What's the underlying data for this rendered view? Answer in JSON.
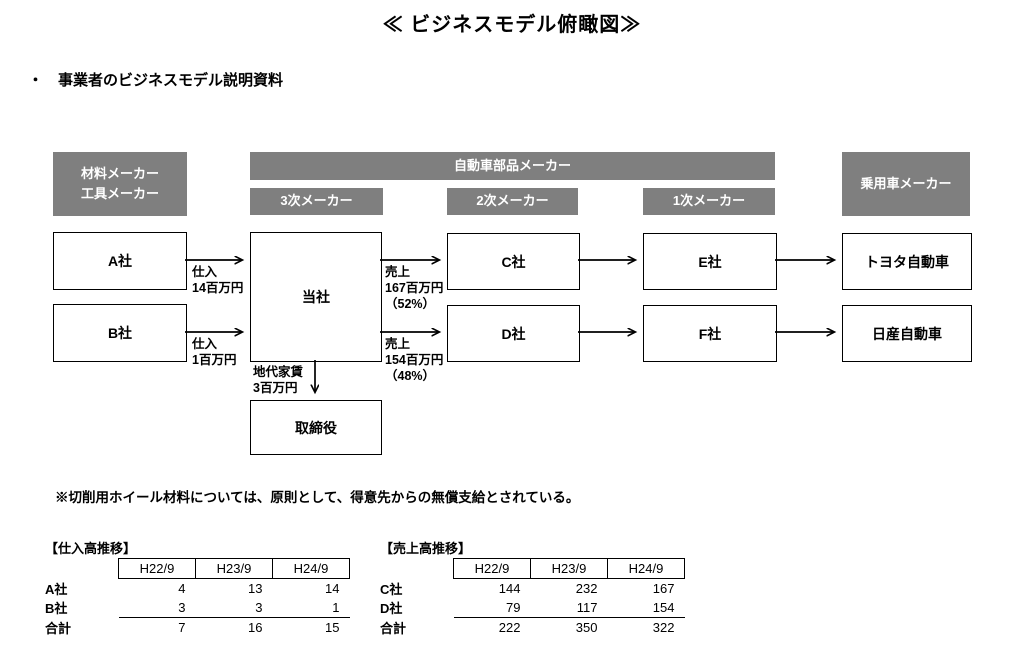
{
  "title": "≪ ビジネスモデル俯瞰図≫",
  "subtitle": {
    "bullet": "・",
    "text": "事業者のビジネスモデル説明資料"
  },
  "colors": {
    "header_gray": "#7f7f7f",
    "box_border": "#000000",
    "text": "#000000"
  },
  "diagram": {
    "headers": {
      "material_maker": {
        "line1": "材料メーカー",
        "line2": "工具メーカー"
      },
      "auto_parts_maker": "自動車部品メーカー",
      "tier3": "3次メーカー",
      "tier2": "2次メーカー",
      "tier1": "1次メーカー",
      "passenger_car_maker": "乗用車メーカー"
    },
    "nodes": {
      "company_a": "A社",
      "company_b": "B社",
      "own_company": "当社",
      "company_c": "C社",
      "company_d": "D社",
      "company_e": "E社",
      "company_f": "F社",
      "toyota": "トヨタ自動車",
      "nissan": "日産自動車",
      "directors": "取締役"
    },
    "flow_labels": {
      "purchase_a": {
        "line1": "仕入",
        "line2": "14百万円"
      },
      "purchase_b": {
        "line1": "仕入",
        "line2": "1百万円"
      },
      "sales_c": {
        "line1": "売上",
        "line2": "167百万円",
        "line3": "（52%）"
      },
      "sales_d": {
        "line1": "売上",
        "line2": "154百万円",
        "line3": "（48%）"
      },
      "rent": {
        "line1": "地代家賃",
        "line2": "3百万円"
      }
    }
  },
  "note": "※切削用ホイール材料については、原則として、得意先からの無償支給とされている。",
  "tables": [
    {
      "title": "【仕入高推移】",
      "columns": [
        "H22/9",
        "H23/9",
        "H24/9"
      ],
      "rows": [
        {
          "label": "A社",
          "values": [
            "4",
            "13",
            "14"
          ]
        },
        {
          "label": "B社",
          "values": [
            "3",
            "3",
            "1"
          ]
        },
        {
          "label": "合計",
          "values": [
            "7",
            "16",
            "15"
          ]
        }
      ]
    },
    {
      "title": "【売上高推移】",
      "columns": [
        "H22/9",
        "H23/9",
        "H24/9"
      ],
      "rows": [
        {
          "label": "C社",
          "values": [
            "144",
            "232",
            "167"
          ]
        },
        {
          "label": "D社",
          "values": [
            "79",
            "117",
            "154"
          ]
        },
        {
          "label": "合計",
          "values": [
            "222",
            "350",
            "322"
          ]
        }
      ]
    }
  ]
}
